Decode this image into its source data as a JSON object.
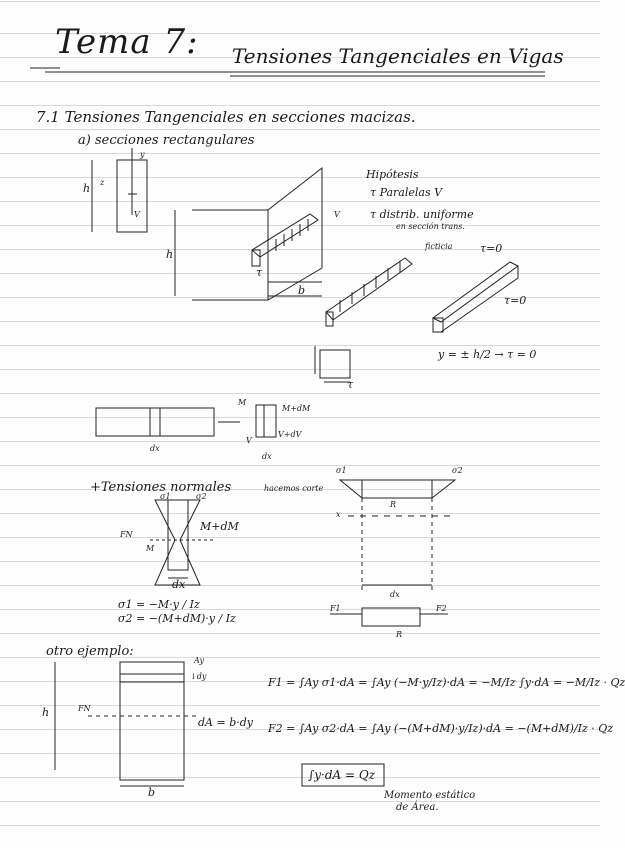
{
  "title": {
    "prefix": "Tema 7:",
    "text": "Tensiones Tangenciales en Vigas"
  },
  "section": {
    "heading": "7.1 Tensiones Tangenciales en secciones macizas.",
    "subheading": "a) secciones rectangulares"
  },
  "diagram1": {
    "labels": {
      "h": "h",
      "z": "z",
      "y": "y",
      "v": "V",
      "h_side": "h",
      "tau": "τ",
      "b": "b",
      "v_right": "V"
    },
    "hypotheses": {
      "title": "Hipótesis",
      "line1": "τ Paralelas V",
      "line2": "τ distrib. uniforme",
      "line3": "en sección trans.",
      "fictional": "ficticia",
      "tau_zero_top": "τ=0",
      "tau_zero_side": "τ=0",
      "condition": "y = ± h/2 → τ = 0"
    }
  },
  "element": {
    "tau": "τ",
    "dx": "dx",
    "m": "M",
    "m_plus": "M+dM",
    "v": "V",
    "v_plus": "V+dV"
  },
  "normal": {
    "heading": "+Tensiones normales",
    "cut_label": "hacemos corte",
    "sigma1": "σ1",
    "sigma2": "σ2",
    "fn": "FN",
    "m": "M",
    "m_plus": "M+dM",
    "dx": "dx",
    "x": "x",
    "r": "R",
    "f1": "F1",
    "f2": "F2",
    "formula1": "σ1 = −M·y / Iz",
    "formula2": "σ2 = −(M+dM)·y / Iz"
  },
  "example": {
    "heading": "otro ejemplo:",
    "ay": "Ay",
    "dy": "↓dy",
    "h": "h",
    "fn": "FN",
    "da": "dA = b·dy",
    "b": "b",
    "eq1": "F1 = ∫Ay σ1·dA = ∫Ay (−M·y/Iz)·dA = −M/Iz ∫y·dA = −M/Iz · Qz",
    "eq2": "F2 = ∫Ay σ2·dA = ∫Ay (−(M+dM)·y/Iz)·dA = −(M+dM)/Iz · Qz",
    "box": "∫y·dA = Qz",
    "note1": "Momento estático",
    "note2": "de Área."
  }
}
